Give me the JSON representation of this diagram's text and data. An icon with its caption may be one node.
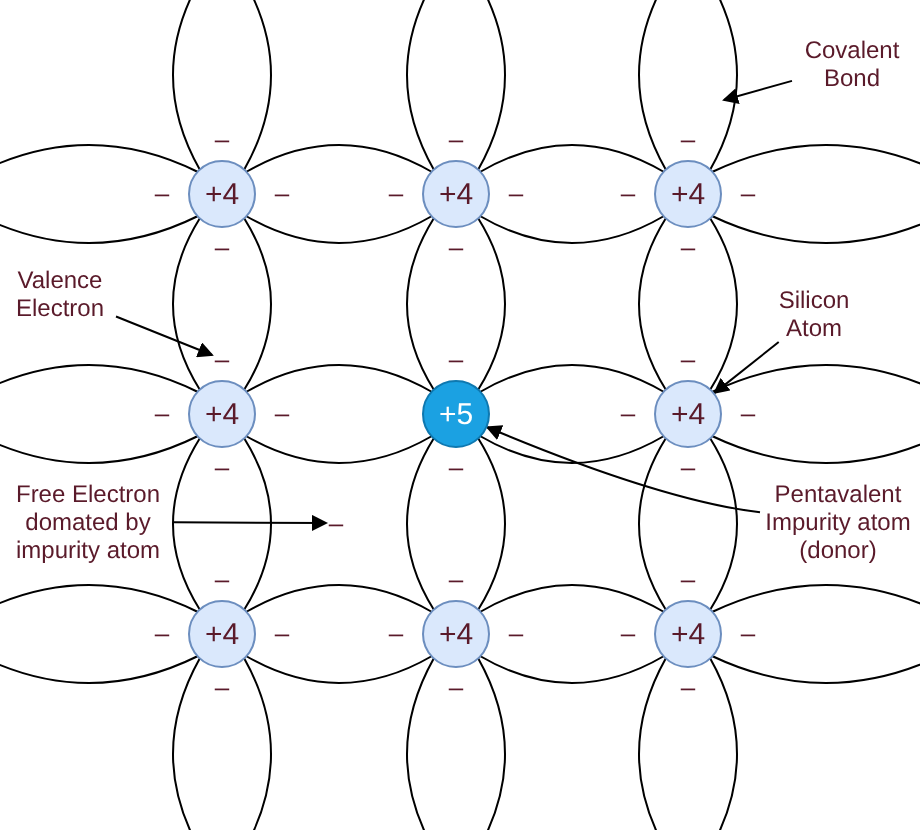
{
  "diagram": {
    "nodes": [
      {
        "text": [
          "Covalent Bond"
        ]
      },
      {
        "text": [
          "+4"
        ]
      },
      {
        "text": [
          "+4"
        ]
      },
      {
        "text": [
          "+4"
        ]
      },
      {
        "text": [
          "Valence Electron"
        ]
      },
      {
        "text": [
          "–"
        ]
      },
      {
        "text": [
          "Silicon Atom"
        ]
      },
      {
        "text": [
          "+4"
        ]
      },
      {
        "text": [
          "+5"
        ]
      },
      {
        "text": [
          "+4"
        ]
      },
      {
        "text": [
          "Free Electron domated by impurity atom"
        ]
      },
      {
        "text": [
          "–"
        ]
      },
      {
        "text": [
          "Pentavalent Impurity atom (donor)"
        ]
      },
      {
        "text": [
          "+4"
        ]
      },
      {
        "text": [
          "+4"
        ]
      },
      {
        "text": [
          "+4"
        ]
      }
    ],
    "edges": [
      {
        "from": 0,
        "to": null,
        "arrow": "to"
      },
      {
        "from": 4,
        "to": 5,
        "arrow": "to"
      },
      {
        "from": 6,
        "to": 9,
        "arrow": "to"
      },
      {
        "from": 10,
        "to": 11,
        "arrow": "to"
      },
      {
        "from": 12,
        "to": 8,
        "arrow": "to"
      }
    ],
    "labels": [
      "–",
      "–",
      "–",
      "–",
      "–",
      "–",
      "–",
      "–",
      "–",
      "–",
      "–",
      "–",
      "–",
      "–",
      "–",
      "–",
      "–",
      "–",
      "–",
      "–",
      "–",
      "–",
      "–",
      "–",
      "–",
      "–",
      "–",
      "–",
      "–",
      "–",
      "–",
      "–",
      "–"
    ]
  }
}
